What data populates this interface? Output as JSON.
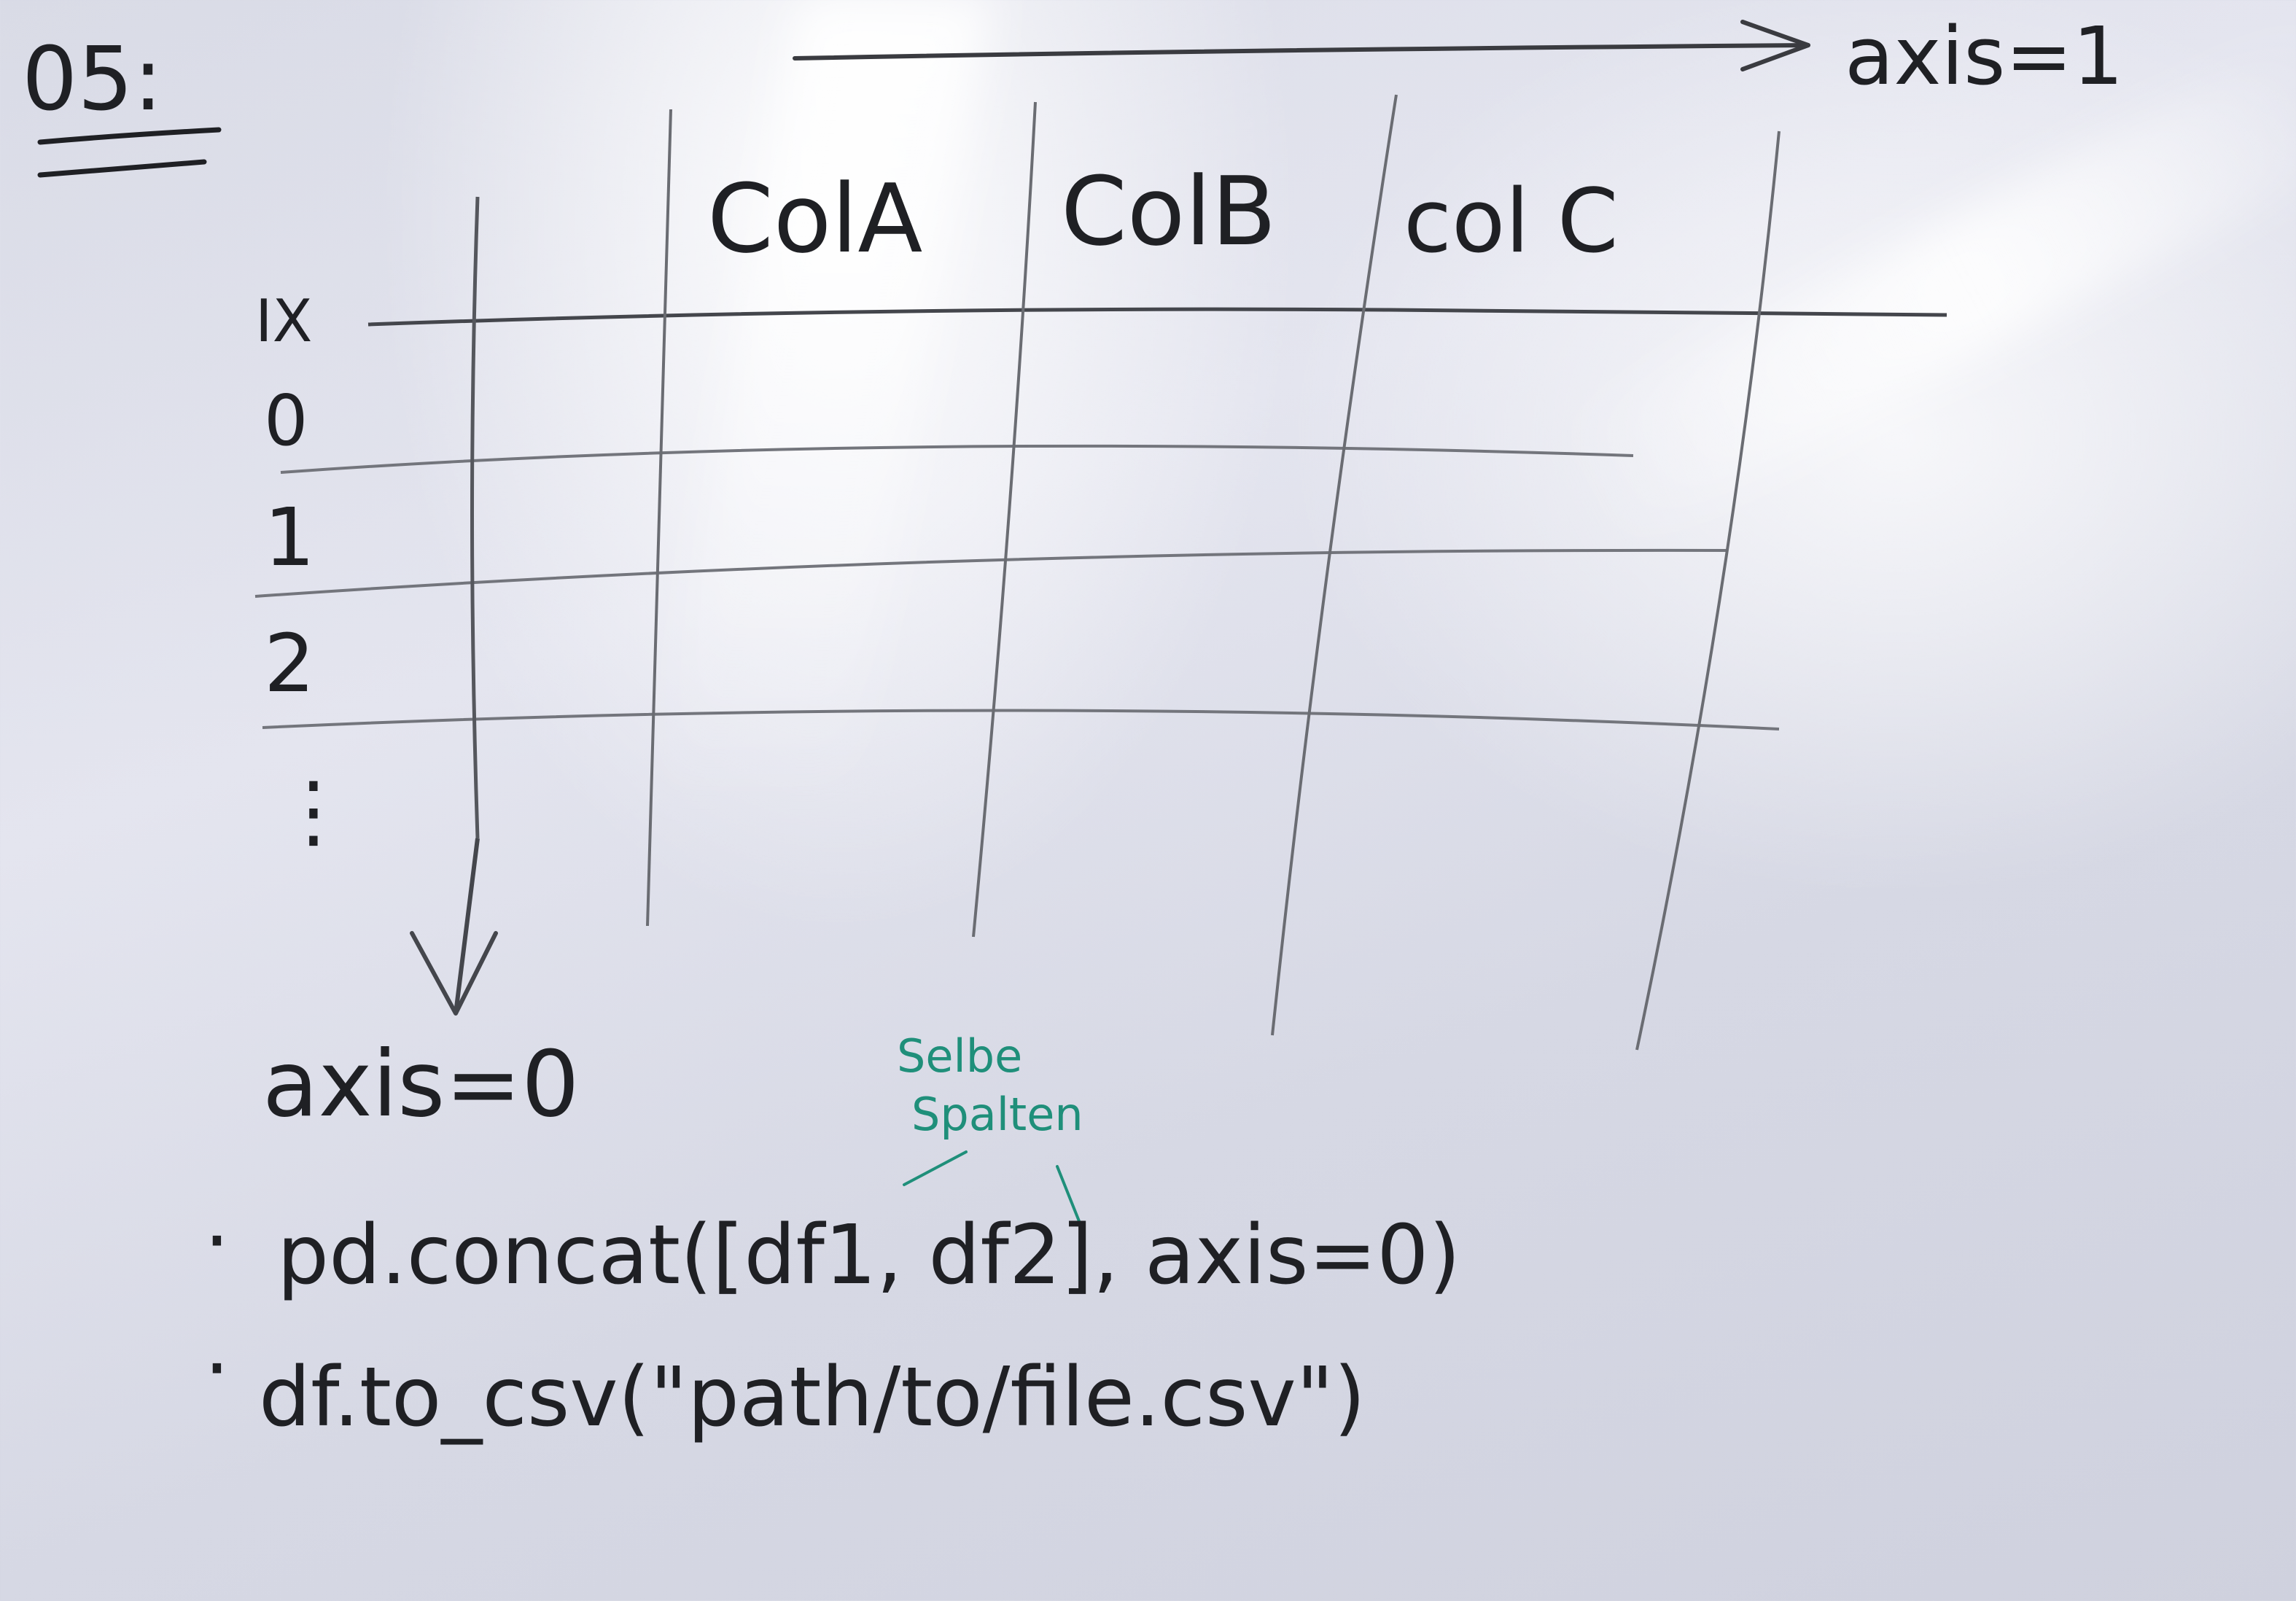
{
  "section": {
    "heading": "05:"
  },
  "axis_labels": {
    "columns": "axis=1",
    "rows": "axis=0"
  },
  "table": {
    "columns": [
      "ColA",
      "ColB",
      "col C"
    ],
    "index_header": "IX",
    "index": [
      "0",
      "1",
      "2",
      "⋮"
    ]
  },
  "annotation": {
    "line1": "Selbe",
    "line2": "Spalten"
  },
  "code": [
    {
      "bullet": "·",
      "text": "pd.concat([df1, df2], axis=0)"
    },
    {
      "bullet": "·",
      "text": "df.to_csv(\"path/to/file.csv\")"
    }
  ],
  "colors": {
    "marker": "#1f2024",
    "green_marker": "#1f8f7a",
    "board": "#e2e3ed"
  }
}
